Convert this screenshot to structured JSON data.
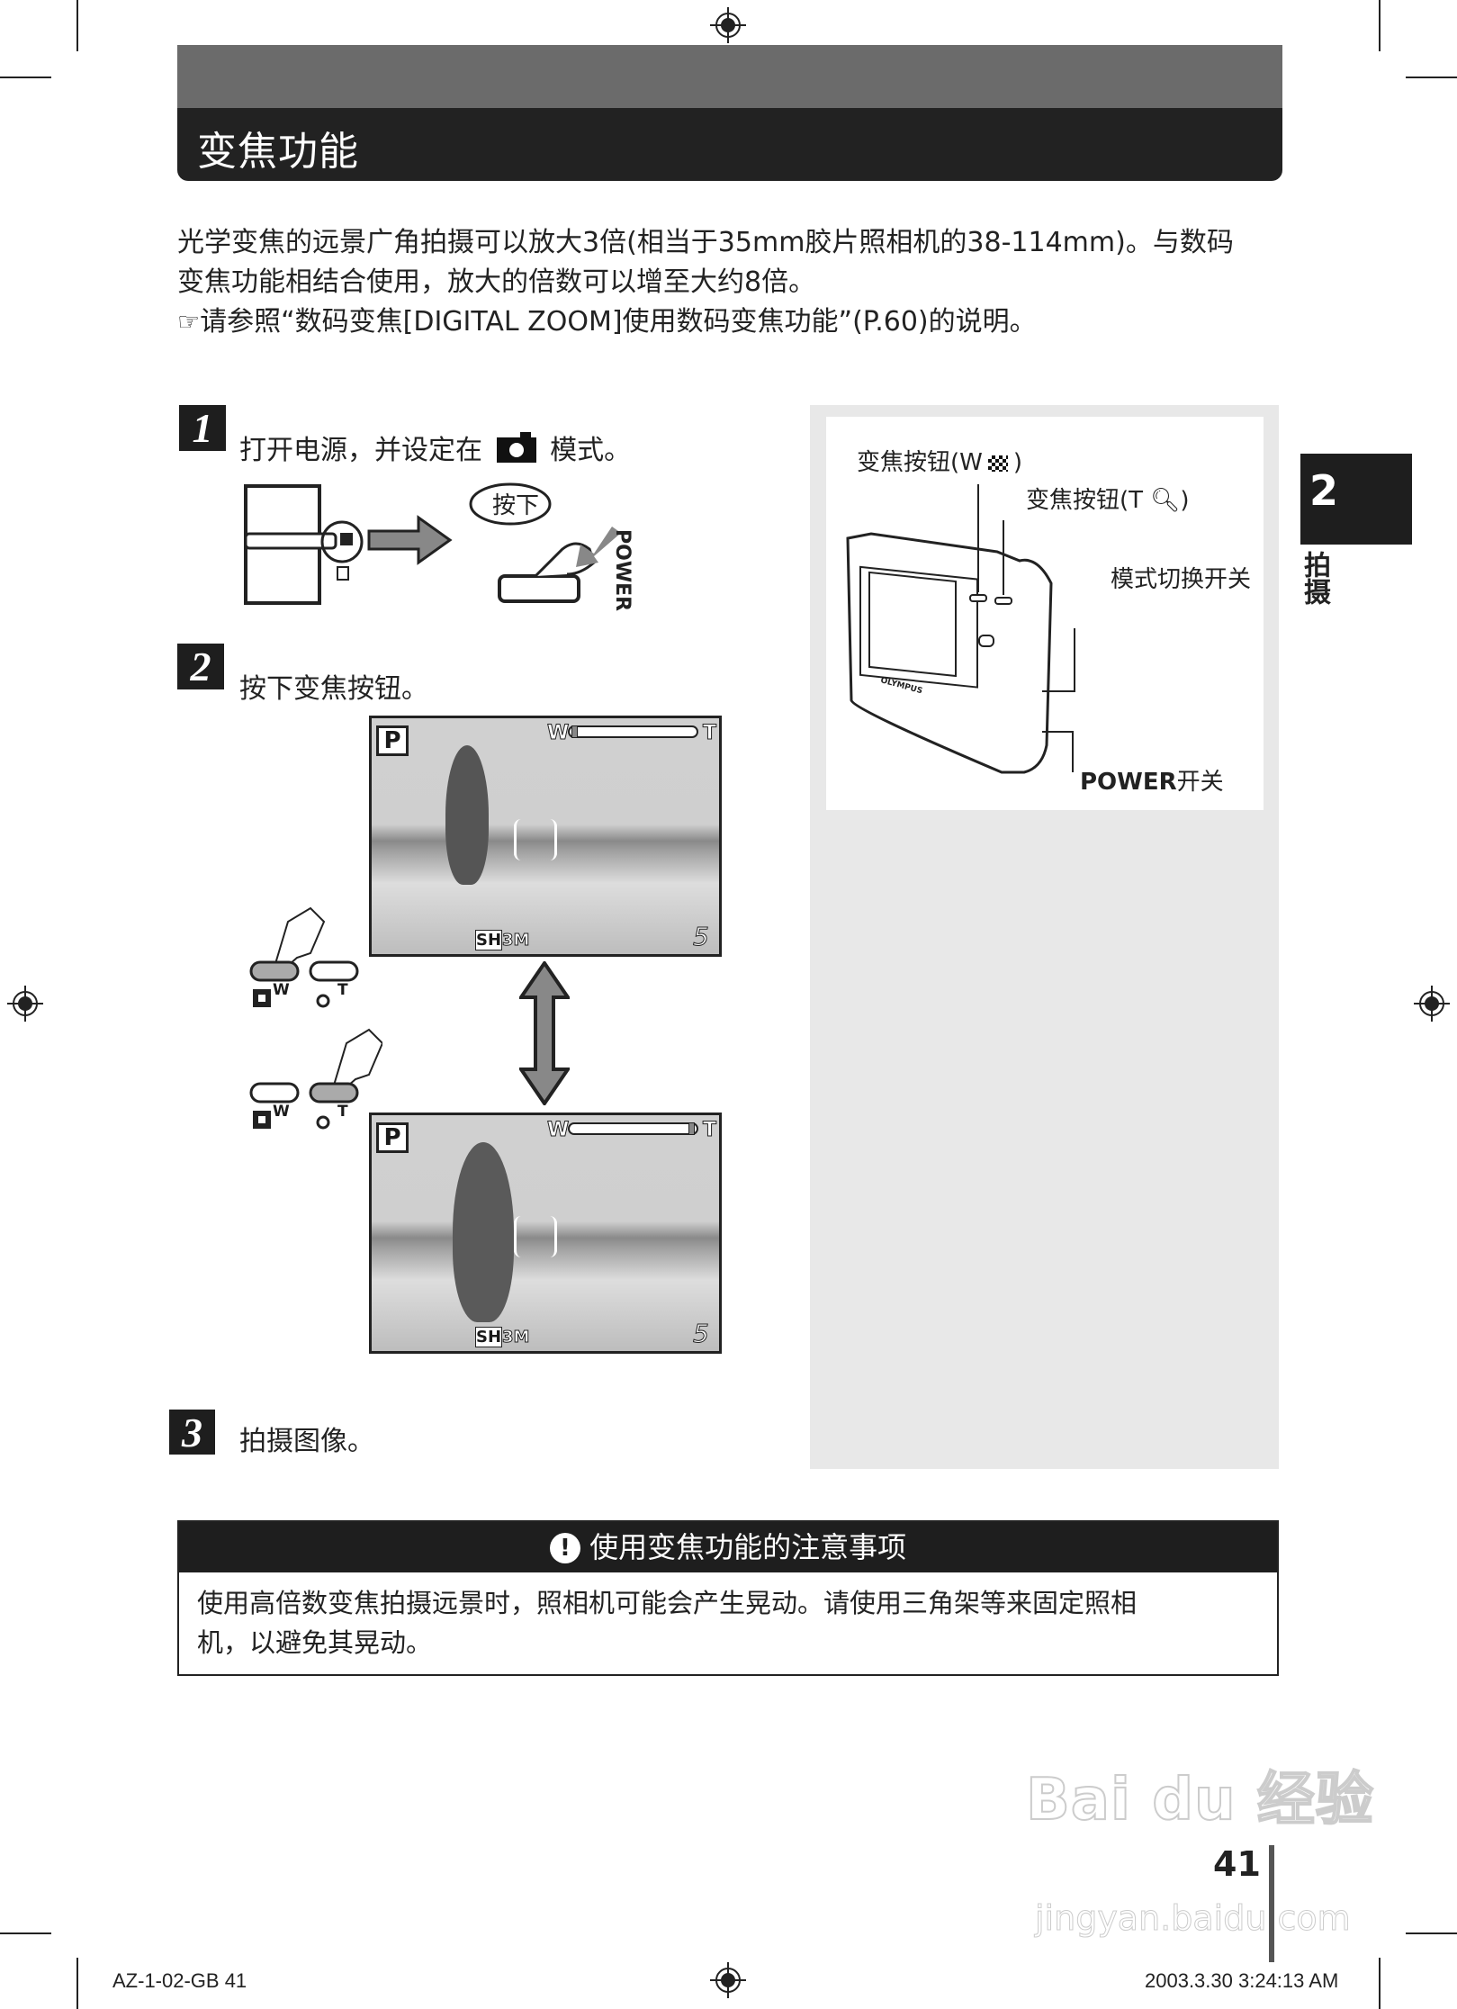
{
  "header": {
    "title": "变焦功能"
  },
  "intro": {
    "lines": [
      "光学变焦的远景广角拍摄可以放大3倍(相当于35mm胶片照相机的38-114mm)。与数码",
      "变焦功能相结合使用，放大的倍数可以增至大约8倍。"
    ],
    "reference_icon": "pointing-hand-icon",
    "reference": "请参照“数码变焦[DIGITAL ZOOM]使用数码变焦功能”(P.60)的说明。"
  },
  "steps": [
    {
      "number": "1",
      "text_before": "打开电源，并设定在",
      "icon": "camera-icon",
      "text_after": "模式。",
      "bubble": "按下",
      "power_label": "POWER"
    },
    {
      "number": "2",
      "text": "按下变焦按钮。"
    },
    {
      "number": "3",
      "text": "拍摄图像。"
    }
  ],
  "screens": [
    {
      "mode": "P",
      "wide": "W",
      "tele": "T",
      "zoom_level": 0.0,
      "quality": "SH",
      "size": "3M",
      "count": "5"
    },
    {
      "mode": "P",
      "wide": "W",
      "tele": "T",
      "zoom_level": 1.0,
      "quality": "SH",
      "size": "3M",
      "count": "5"
    }
  ],
  "zoom_buttons": {
    "w_label": "W",
    "t_label": "T"
  },
  "camera_diagram": {
    "zoom_w": "变焦按钮(W",
    "zoom_t": "变焦按钮(T",
    "close_paren": ")",
    "mode_switch": "模式切换开关",
    "power_bold": "POWER",
    "power_suffix": "开关",
    "brand": "OLYMPUS"
  },
  "chapter_tab": {
    "number": "2",
    "label": "拍摄"
  },
  "caution": {
    "icon": "exclamation-icon",
    "title": "使用变焦功能的注意事项",
    "lines": [
      "使用高倍数变焦拍摄远景时，照相机可能会产生晃动。请使用三角架等来固定照相",
      "机，以避免其晃动。"
    ]
  },
  "page_number": "41",
  "footer": {
    "left": "AZ-1-02-GB   41",
    "right": "2003.3.30   3:24:13 AM"
  },
  "watermark": {
    "text": "Bai du 经验",
    "url": "jingyan.baidu.com"
  }
}
